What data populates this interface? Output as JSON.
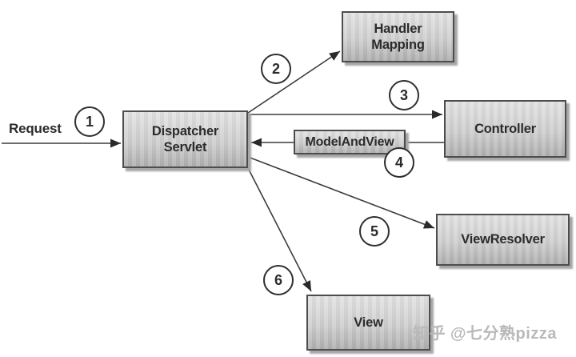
{
  "diagram": {
    "request_label": "Request",
    "nodes": [
      {
        "id": "dispatcher-servlet",
        "label": "Dispatcher\nServlet"
      },
      {
        "id": "handler-mapping",
        "label": "Handler\nMapping"
      },
      {
        "id": "controller",
        "label": "Controller"
      },
      {
        "id": "model-and-view",
        "label": "ModelAndView"
      },
      {
        "id": "view-resolver",
        "label": "ViewResolver"
      },
      {
        "id": "view",
        "label": "View"
      }
    ],
    "steps": [
      {
        "num": "1"
      },
      {
        "num": "2"
      },
      {
        "num": "3"
      },
      {
        "num": "4"
      },
      {
        "num": "5"
      },
      {
        "num": "6"
      }
    ],
    "arrows": [
      {
        "name": "request-to-dispatcher"
      },
      {
        "name": "dispatcher-to-handler-mapping"
      },
      {
        "name": "dispatcher-to-controller"
      },
      {
        "name": "controller-to-dispatcher-modelandview"
      },
      {
        "name": "dispatcher-to-view-resolver"
      },
      {
        "name": "dispatcher-to-view"
      }
    ],
    "watermark": {
      "text": "知乎 @七分熟pizza"
    },
    "colors": {
      "line": "#3c3c3c",
      "box_border": "#4d4d4d",
      "box_fill_top": "#e3e3e3",
      "box_fill_bottom": "#b0b0b0",
      "box_shadow": "#a6a6a6",
      "text": "#2b2b2b",
      "watermark": "#b9b9b9"
    }
  }
}
